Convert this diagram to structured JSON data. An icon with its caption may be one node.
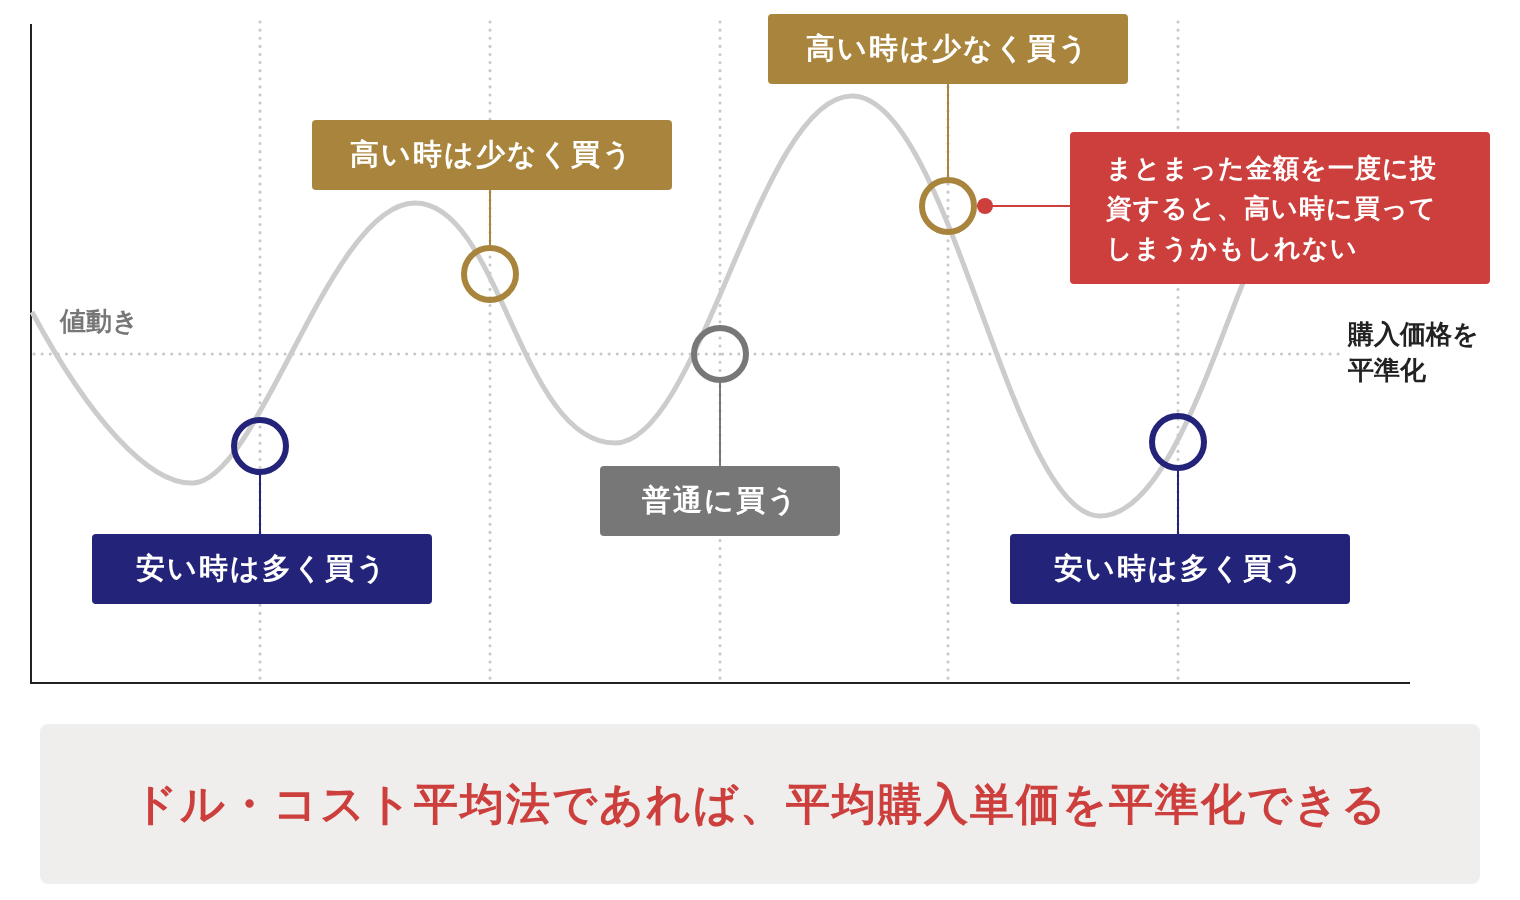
{
  "diagram": {
    "caption": "ドル・コスト平均法であれば、平均購入単価を平準化できる",
    "nodes": [
      {
        "text": [
          "高い時は少なく買う"
        ]
      },
      {
        "text": [
          "高い時は少なく買う"
        ]
      },
      {
        "text": [
          "まとまった金額を一度に投資すると、高い時に買ってしまうかもしれない"
        ]
      },
      {
        "text": [],
        "shape": "circle"
      },
      {
        "text": [],
        "shape": "circle"
      },
      {
        "text": [],
        "shape": "circle"
      },
      {
        "text": [],
        "shape": "circle"
      },
      {
        "text": [],
        "shape": "circle"
      },
      {
        "text": [
          "普通に買う"
        ]
      },
      {
        "text": [
          "安い時は多く買う"
        ]
      },
      {
        "text": [
          "安い時は多く買う"
        ]
      }
    ],
    "edges": [
      {
        "from": 0,
        "to": 3,
        "arrow": "none",
        "color": "#a8843c"
      },
      {
        "from": 1,
        "to": 4,
        "arrow": "none",
        "color": "#a8843c"
      },
      {
        "from": 2,
        "to": 3,
        "arrow": "other",
        "color": "#cc3f3c"
      },
      {
        "from": 8,
        "to": 5,
        "arrow": "none",
        "color": "#777777"
      },
      {
        "from": 9,
        "to": 6,
        "arrow": "none",
        "color": "#23237a"
      },
      {
        "from": 10,
        "to": 7,
        "arrow": "none",
        "color": "#23237a"
      }
    ],
    "labels": [
      "値動き",
      "購入価格を平準化"
    ]
  }
}
